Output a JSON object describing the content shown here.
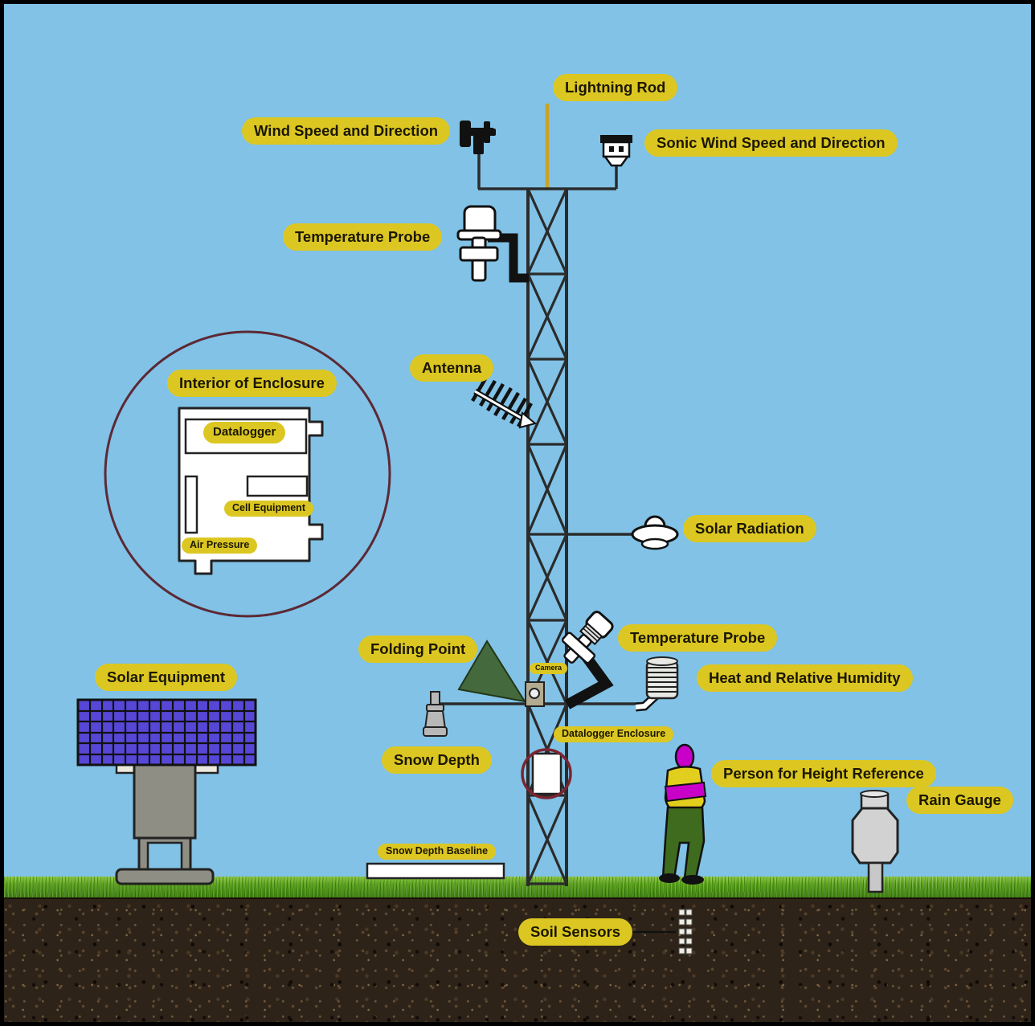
{
  "labels": {
    "lightning_rod": "Lightning Rod",
    "wind_speed": "Wind Speed and Direction",
    "sonic_wind": "Sonic Wind Speed and Direction",
    "temp_probe_upper": "Temperature Probe",
    "antenna": "Antenna",
    "interior_enclosure": "Interior of Enclosure",
    "datalogger": "Datalogger",
    "cell_equipment": "Cell Equipment",
    "air_pressure": "Air Pressure",
    "solar_radiation": "Solar Radiation",
    "folding_point": "Folding Point",
    "temp_probe_lower": "Temperature Probe",
    "camera": "Camera",
    "heat_humidity": "Heat and Relative Humidity",
    "snow_depth": "Snow Depth",
    "datalogger_enclosure": "Datalogger Enclosure",
    "solar_equipment": "Solar Equipment",
    "person": "Person for Height Reference",
    "rain_gauge": "Rain Gauge",
    "snow_depth_baseline": "Snow Depth Baseline",
    "soil_sensors": "Soil Sensors"
  },
  "colors": {
    "sky": "#81c2e6",
    "label_bg": "#dcc722",
    "label_text": "#1b1700",
    "tower_line": "#2b2b2b",
    "lightning_rod": "#c9a227",
    "grass": "#5ba21c",
    "soil": "#2e2318",
    "solar_cells": "#5747d6",
    "metal_gray": "#8e8e85",
    "inset_ring": "#5c2935",
    "enclosure_ring": "#7a2430",
    "person_accent": "#c800c8",
    "person_jacket": "#e2cf1d",
    "person_pants": "#3e6b1e",
    "folding_triangle": "#44693d"
  }
}
